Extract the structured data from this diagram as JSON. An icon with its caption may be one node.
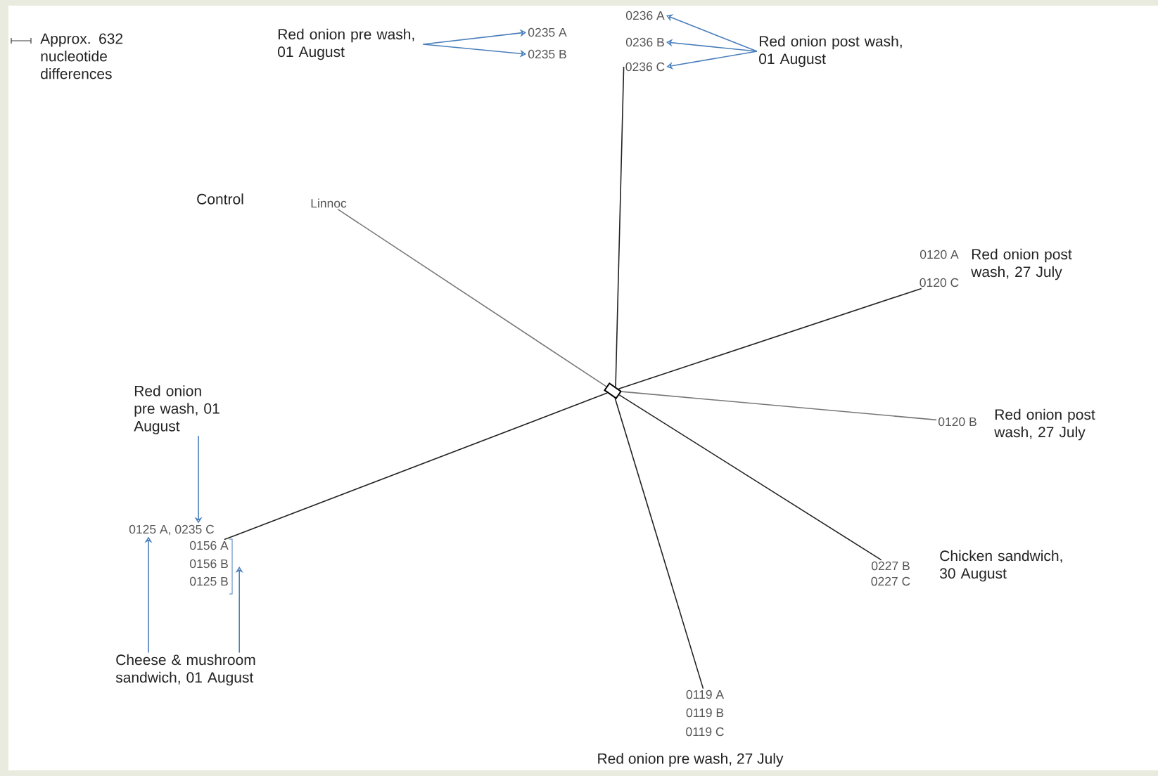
{
  "diagram": {
    "nodes": [
      {
        "text": [],
        "shape": "box"
      },
      {
        "text": [
          "Red onion pre wash, 01 August"
        ]
      },
      {
        "text": [
          "0235 A"
        ]
      },
      {
        "text": [
          "0235 B"
        ]
      },
      {
        "text": [
          "0236 A"
        ]
      },
      {
        "text": [
          "0236 B"
        ]
      },
      {
        "text": [
          "0236 C"
        ]
      },
      {
        "text": [
          "Red onion post wash, 01 August"
        ]
      },
      {
        "text": [
          "Linnoc"
        ]
      },
      {
        "text": [
          "0120 A"
        ]
      },
      {
        "text": [
          "0120 C"
        ]
      },
      {
        "text": [
          "0120 B"
        ]
      },
      {
        "text": [
          "Red onion pre wash, 01 August"
        ]
      },
      {
        "text": [
          "0125 A, 0235 C"
        ]
      },
      {
        "text": [
          "0156 A"
        ]
      },
      {
        "text": [
          "0156 B"
        ]
      },
      {
        "text": [
          "0125 B"
        ]
      },
      {
        "text": [],
        "shape": "bracket"
      },
      {
        "text": [
          "0227 B"
        ]
      },
      {
        "text": [
          "0227 C"
        ]
      },
      {
        "text": [
          "Cheese & mushroom sandwich, 01 August"
        ]
      },
      {
        "text": [
          "0119 A"
        ]
      },
      {
        "text": [
          "0119 B"
        ]
      },
      {
        "text": [
          "0119 C"
        ]
      }
    ],
    "edges": [
      {
        "from": 0,
        "to": 6,
        "arrow": "none",
        "color": "#222222"
      },
      {
        "from": 0,
        "to": 8,
        "arrow": "none",
        "color": "#777777"
      },
      {
        "from": 0,
        "to": 10,
        "arrow": "none",
        "color": "#222222"
      },
      {
        "from": 0,
        "to": 11,
        "arrow": "none",
        "color": "#777777"
      },
      {
        "from": 0,
        "to": 18,
        "arrow": "none",
        "color": "#222222"
      },
      {
        "from": 0,
        "to": 21,
        "arrow": "none",
        "color": "#222222"
      },
      {
        "from": 0,
        "to": 14,
        "arrow": "none",
        "color": "#222222"
      },
      {
        "from": 1,
        "to": 2,
        "arrow": "to",
        "color": "#4a7ebb"
      },
      {
        "from": 1,
        "to": 3,
        "arrow": "to",
        "color": "#4a7ebb"
      },
      {
        "from": 7,
        "to": 4,
        "arrow": "to",
        "color": "#4a7ebb"
      },
      {
        "from": 7,
        "to": 5,
        "arrow": "to",
        "color": "#4a7ebb"
      },
      {
        "from": 7,
        "to": 6,
        "arrow": "to",
        "color": "#4a7ebb"
      },
      {
        "from": 12,
        "to": 13,
        "arrow": "to",
        "color": "#4a7ebb"
      },
      {
        "from": 20,
        "to": 13,
        "arrow": "to",
        "color": "#4a7ebb"
      },
      {
        "from": 20,
        "to": 17,
        "arrow": "to",
        "color": "#4a7ebb"
      }
    ],
    "labels": [
      "Approx. 632 nucleotide differences",
      "Control",
      "Red onion post wash, 27 July",
      "Red onion post wash, 27 July",
      "Chicken sandwich, 30 August",
      "Red onion pre wash, 27 July"
    ]
  }
}
